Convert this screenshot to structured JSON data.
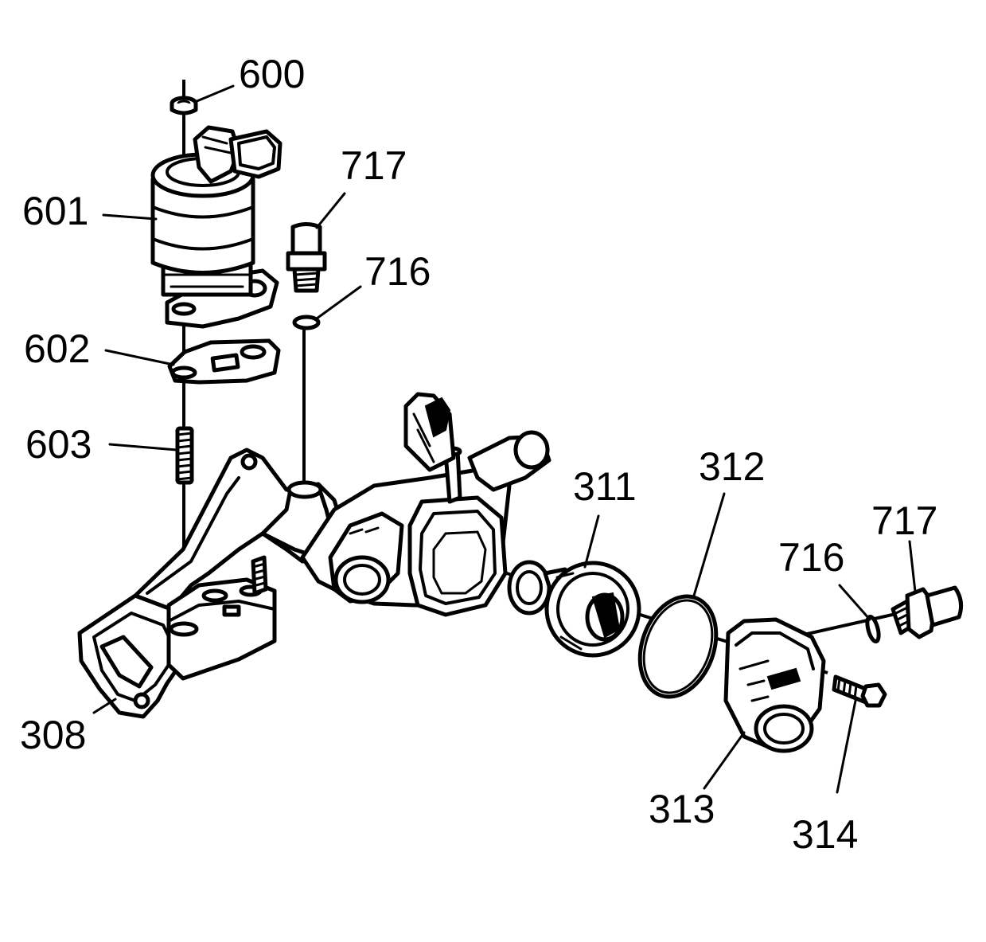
{
  "labels": {
    "l600": "600",
    "l601": "601",
    "l602": "602",
    "l603": "603",
    "l717a": "717",
    "l716a": "716",
    "l308": "308",
    "l311": "311",
    "l312": "312",
    "l313": "313",
    "l314": "314",
    "l716b": "716",
    "l717b": "717"
  }
}
